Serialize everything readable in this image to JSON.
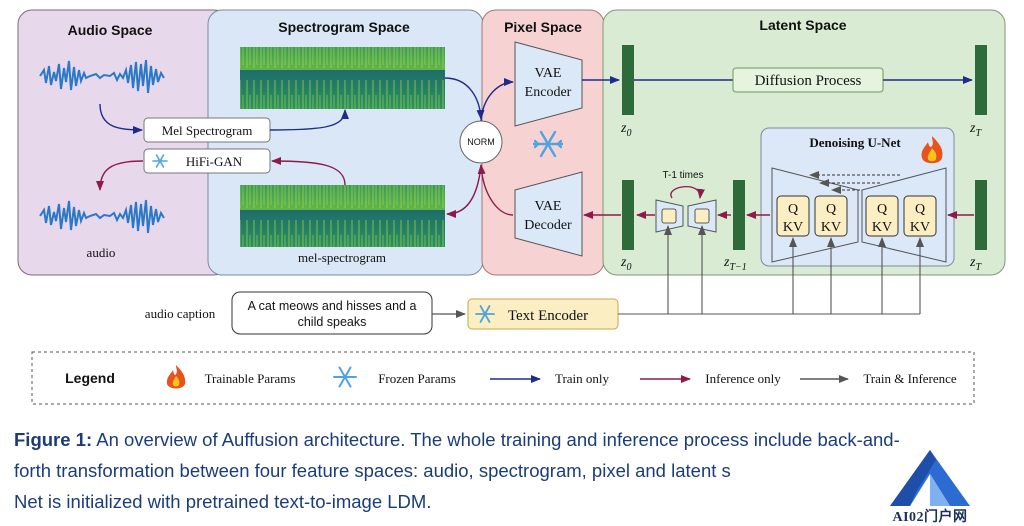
{
  "spaces": {
    "audio": "Audio Space",
    "spectrogram": "Spectrogram Space",
    "pixel": "Pixel Space",
    "latent": "Latent Space"
  },
  "boxes": {
    "mel_spectrogram": "Mel Spectrogram",
    "hifigan": "HiFi-GAN",
    "norm": "NORM",
    "vae_encoder_1": "VAE",
    "vae_encoder_2": "Encoder",
    "vae_decoder_1": "VAE",
    "vae_decoder_2": "Decoder",
    "diffusion_process": "Diffusion Process",
    "unet_title": "Denoising U-Net",
    "text_encoder": "Text Encoder",
    "prompt_line1": "A cat meows and hisses and a",
    "prompt_line2": "child speaks"
  },
  "labels": {
    "audio": "audio",
    "mel_spectrogram_lower": "mel-spectrogram",
    "audio_caption": "audio caption",
    "t_minus_1_times": "T-1 times",
    "z0": "z",
    "z0_sub": "0",
    "zT": "z",
    "zT_sub": "T",
    "zT1": "z",
    "zT1_sub": "T−1",
    "q": "Q",
    "kv": "KV"
  },
  "legend": {
    "title": "Legend",
    "trainable": "Trainable Params",
    "frozen": "Frozen Params",
    "train_only": "Train only",
    "inference_only": "Inference only",
    "train_inference": "Train & Inference"
  },
  "caption": {
    "figure_label": "Figure 1:",
    "line1": "An overview of Auffusion architecture. The whole training and inference process include back-and-",
    "line2": "forth transformation between four feature spaces: audio, spectrogram, pixel and latent s",
    "line3": "Net is initialized with pretrained text-to-image LDM."
  },
  "watermark": {
    "text": "AI02门户网"
  },
  "icons": [
    "waveform-icon",
    "spectrogram-icon",
    "snowflake-icon",
    "fire-icon"
  ],
  "colors": {
    "audio_space": "#e8d8ec",
    "spectrogram_space": "#d9e7f7",
    "pixel_space": "#f7d2d2",
    "latent_space": "#d9ecd3",
    "train_arrow": "#1f2b8a",
    "inference_arrow": "#8e1a4a",
    "both_arrow": "#555555",
    "latent_bar": "#2f6b3a",
    "qkv_fill": "#fbeec3",
    "caption_text": "#1a3d7a"
  }
}
